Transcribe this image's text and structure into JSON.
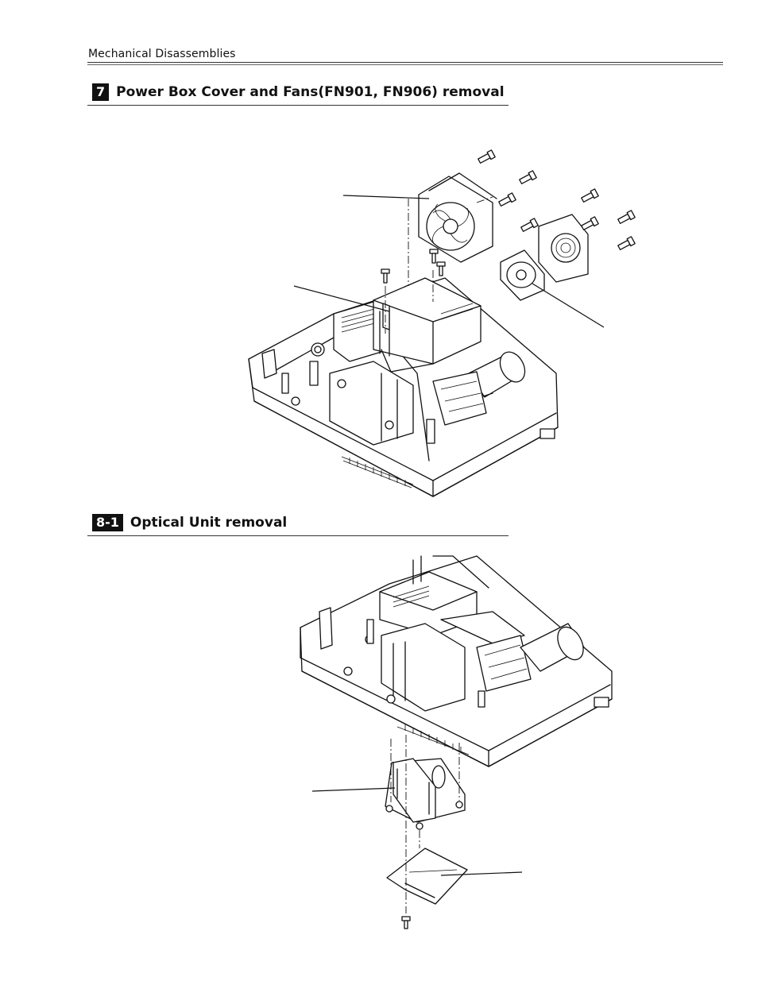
{
  "header": {
    "text": "Mechanical Disassemblies"
  },
  "section7": {
    "number": "7",
    "title": "Power Box Cover and Fans(FN901, FN906) removal"
  },
  "section81": {
    "number": "8-1",
    "title": "Optical Unit removal"
  }
}
